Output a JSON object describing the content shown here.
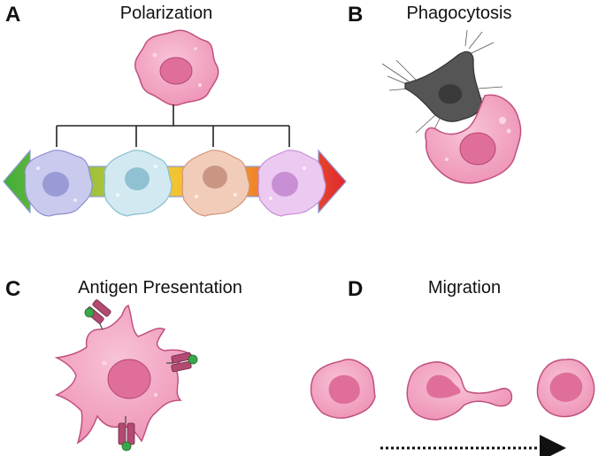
{
  "panels": [
    {
      "letter": "A",
      "title": "Polarization"
    },
    {
      "letter": "B",
      "title": "Phagocytosis"
    },
    {
      "letter": "C",
      "title": "Antigen Presentation"
    },
    {
      "letter": "D",
      "title": "Migration"
    }
  ],
  "colors": {
    "macrophage_fill": "#f3a6c4",
    "macrophage_edge": "#c0507f",
    "nucleus": "#df6f9a",
    "m_state_1": "#c9c9ea",
    "m_state_2": "#cfe6ef",
    "m_state_3": "#f0c9b3",
    "m_state_4": "#e9c7ee",
    "pathogen": "#4a4a4a",
    "antigen": "#3aa84a",
    "receptor": "#b24a72"
  },
  "icons": [
    "macrophage-cell",
    "gradient-arrow",
    "pathogen-cell",
    "dendritic-macrophage",
    "mhc-receptor",
    "migration-arrow"
  ]
}
